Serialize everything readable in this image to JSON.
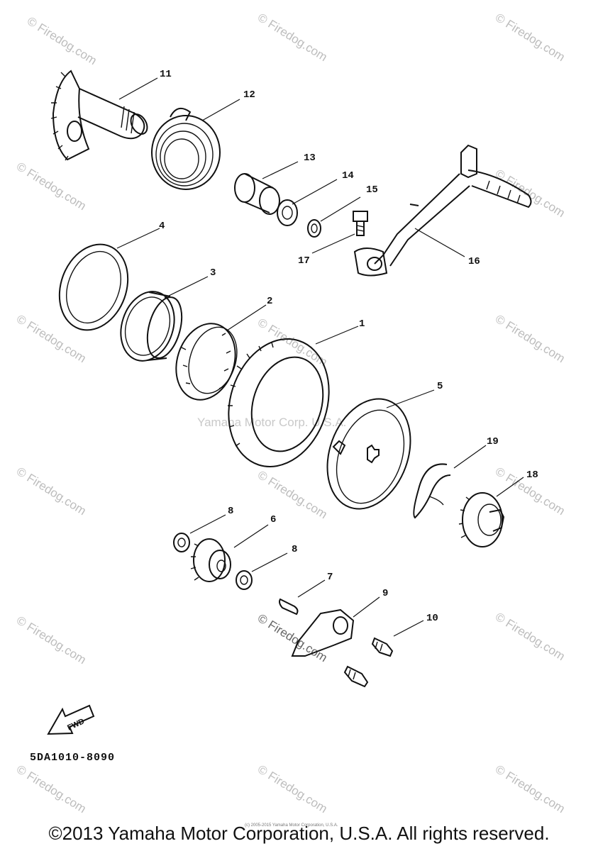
{
  "diagram": {
    "part_callouts": [
      "1",
      "2",
      "3",
      "4",
      "5",
      "6",
      "7",
      "8",
      "8",
      "9",
      "10",
      "11",
      "12",
      "13",
      "14",
      "15",
      "16",
      "17",
      "18",
      "19"
    ],
    "fwd_label": "FWD",
    "diagram_code": "5DA1010-8090",
    "center_watermark": "Yamaha Motor Corp. U.S.A.",
    "watermark_text": "© Firedog.com",
    "fine_print": "(c) 2005-2015 Yamaha Motor Corporation, U.S.A.",
    "copyright": "©2013 Yamaha Motor Corporation, U.S.A. All rights reserved."
  }
}
